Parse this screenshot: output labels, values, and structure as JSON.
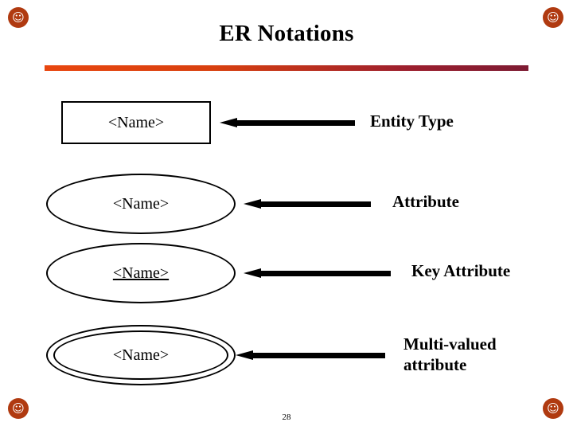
{
  "slide": {
    "title": "ER Notations",
    "page_number": "28",
    "accent_start": "#e8460f",
    "accent_end": "#7d1b33",
    "bullet_color": "#b03a10"
  },
  "corners": [
    {
      "name": "corner-decoration-top-left",
      "glyph": "☺"
    },
    {
      "name": "corner-decoration-top-right",
      "glyph": "☺"
    },
    {
      "name": "corner-decoration-bottom-left",
      "glyph": "☺"
    },
    {
      "name": "corner-decoration-bottom-right",
      "glyph": "☺"
    }
  ],
  "notations": [
    {
      "shape": "rectangle",
      "symbol_label": "<Name>",
      "callout": "Entity Type",
      "underlined": false,
      "double": false
    },
    {
      "shape": "ellipse",
      "symbol_label": "<Name>",
      "callout": "Attribute",
      "underlined": false,
      "double": false
    },
    {
      "shape": "ellipse",
      "symbol_label": "<Name>",
      "callout": "Key Attribute",
      "underlined": true,
      "double": false
    },
    {
      "shape": "double-ellipse",
      "symbol_label": "<Name>",
      "callout": "Multi-valued attribute",
      "underlined": false,
      "double": true
    }
  ]
}
